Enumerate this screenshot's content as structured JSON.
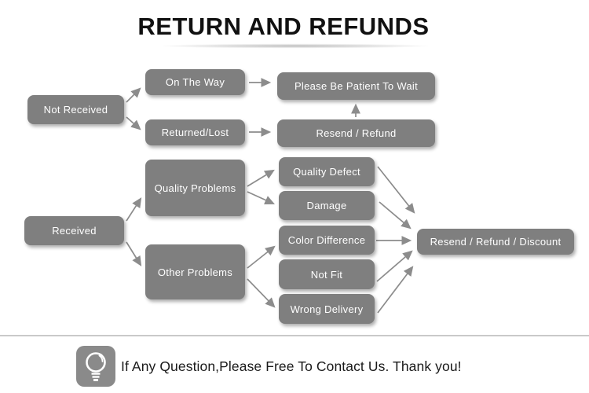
{
  "title": {
    "text": "RETURN AND REFUNDS"
  },
  "flowchart": {
    "nodes": {
      "not_received": {
        "label": "Not Received"
      },
      "on_the_way": {
        "label": "On The Way"
      },
      "returned_lost": {
        "label": "Returned/Lost"
      },
      "please_wait": {
        "label": "Please Be Patient To Wait"
      },
      "resend_refund": {
        "label": "Resend / Refund"
      },
      "received": {
        "label": "Received"
      },
      "quality_problems": {
        "label": "Quality Problems"
      },
      "other_problems": {
        "label": "Other Problems"
      },
      "quality_defect": {
        "label": "Quality Defect"
      },
      "damage": {
        "label": "Damage"
      },
      "color_difference": {
        "label": "Color Difference"
      },
      "not_fit": {
        "label": "Not Fit"
      },
      "wrong_delivery": {
        "label": "Wrong Delivery"
      },
      "resend_refund_discount": {
        "label": "Resend / Refund / Discount"
      }
    },
    "edges": [
      {
        "from": "not_received",
        "to": "on_the_way"
      },
      {
        "from": "not_received",
        "to": "returned_lost"
      },
      {
        "from": "on_the_way",
        "to": "please_wait"
      },
      {
        "from": "returned_lost",
        "to": "resend_refund"
      },
      {
        "from": "resend_refund",
        "to": "please_wait"
      },
      {
        "from": "received",
        "to": "quality_problems"
      },
      {
        "from": "received",
        "to": "other_problems"
      },
      {
        "from": "quality_problems",
        "to": "quality_defect"
      },
      {
        "from": "quality_problems",
        "to": "damage"
      },
      {
        "from": "other_problems",
        "to": "color_difference"
      },
      {
        "from": "other_problems",
        "to": "wrong_delivery"
      },
      {
        "from": "quality_defect",
        "to": "resend_refund_discount"
      },
      {
        "from": "damage",
        "to": "resend_refund_discount"
      },
      {
        "from": "color_difference",
        "to": "resend_refund_discount"
      },
      {
        "from": "not_fit",
        "to": "resend_refund_discount"
      },
      {
        "from": "wrong_delivery",
        "to": "resend_refund_discount"
      }
    ]
  },
  "footer": {
    "icon": "lightbulb-icon",
    "text": "If Any Question,Please Free To Contact Us. Thank you!"
  },
  "colors": {
    "node_bg": "#7f7f7f",
    "node_text": "#ffffff",
    "arrow": "#8c8c8c",
    "title_text": "#111111",
    "divider": "#c9c9c9",
    "icon_bg": "#8a8a8a"
  }
}
